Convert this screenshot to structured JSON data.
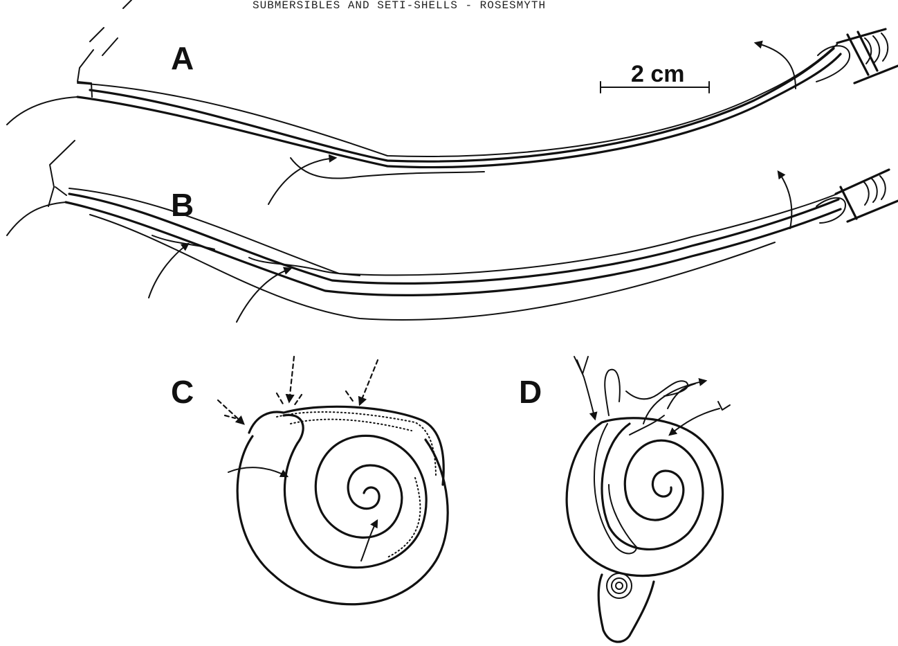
{
  "header": {
    "text": "SUBMERSIBLES AND SETI-SHELLS - ROSESMYTH"
  },
  "panels": {
    "a": "A",
    "b": "B",
    "c": "C",
    "d": "D"
  },
  "scale_bar": {
    "label": "2 cm"
  }
}
